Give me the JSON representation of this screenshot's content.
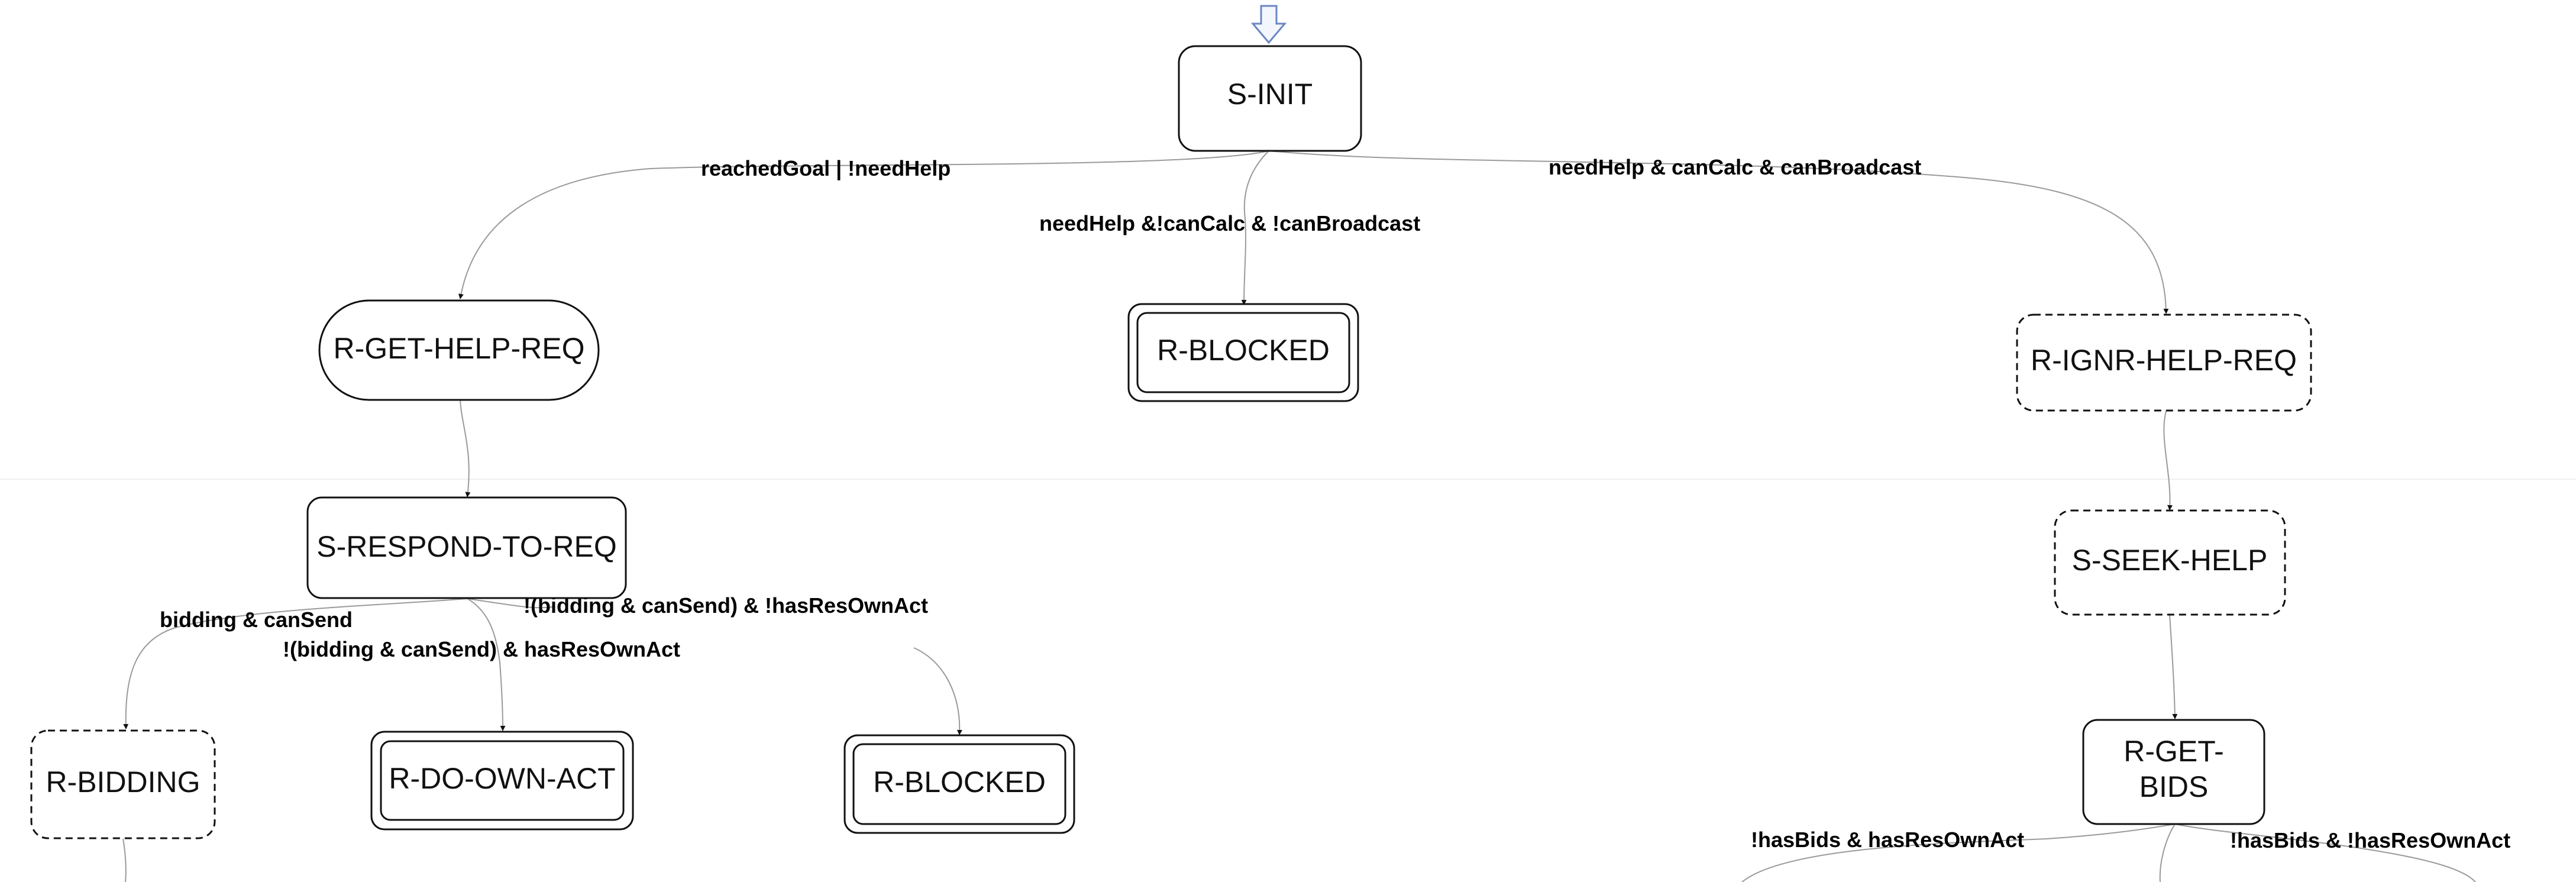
{
  "diagram": {
    "type": "state-machine",
    "colors": {
      "node_stroke": "#111111",
      "edge_stroke": "#9a9a9a",
      "start_arrow": "#6b86c2",
      "text": "#000000"
    },
    "nodes": {
      "s_init": {
        "label": "S-INIT",
        "style": "solid"
      },
      "r_get_help_req": {
        "label": "R-GET-HELP-REQ",
        "style": "solid"
      },
      "r_blocked_top": {
        "label": "R-BLOCKED",
        "style": "double"
      },
      "r_ignr_help_req": {
        "label": "R-IGNR-HELP-REQ",
        "style": "dashed"
      },
      "s_respond_to_req": {
        "label": "S-RESPOND-TO-REQ",
        "style": "solid"
      },
      "s_seek_help": {
        "label": "S-SEEK-HELP",
        "style": "dashed"
      },
      "r_bidding": {
        "label": "R-BIDDING",
        "style": "dashed"
      },
      "r_do_own_act": {
        "label": "R-DO-OWN-ACT",
        "style": "double"
      },
      "r_blocked_bottom": {
        "label": "R-BLOCKED",
        "style": "double"
      },
      "r_get_bids": {
        "label_line1": "R-GET-",
        "label_line2": "BIDS",
        "style": "solid"
      }
    },
    "edges": {
      "init_to_get_help": {
        "label": "reachedGoal | !needHelp"
      },
      "init_to_blocked": {
        "label": "needHelp &!canCalc & !canBroadcast"
      },
      "init_to_ignr": {
        "label": "needHelp & canCalc & canBroadcast"
      },
      "respond_to_bidding": {
        "label": "bidding & canSend"
      },
      "respond_to_do_own": {
        "label": "!(bidding & canSend) & hasResOwnAct"
      },
      "respond_to_blocked": {
        "label": "!(bidding & canSend) & !hasResOwnAct"
      },
      "bids_left": {
        "label": "!hasBids & hasResOwnAct"
      },
      "bids_right": {
        "label": "!hasBids & !hasResOwnAct"
      }
    }
  }
}
